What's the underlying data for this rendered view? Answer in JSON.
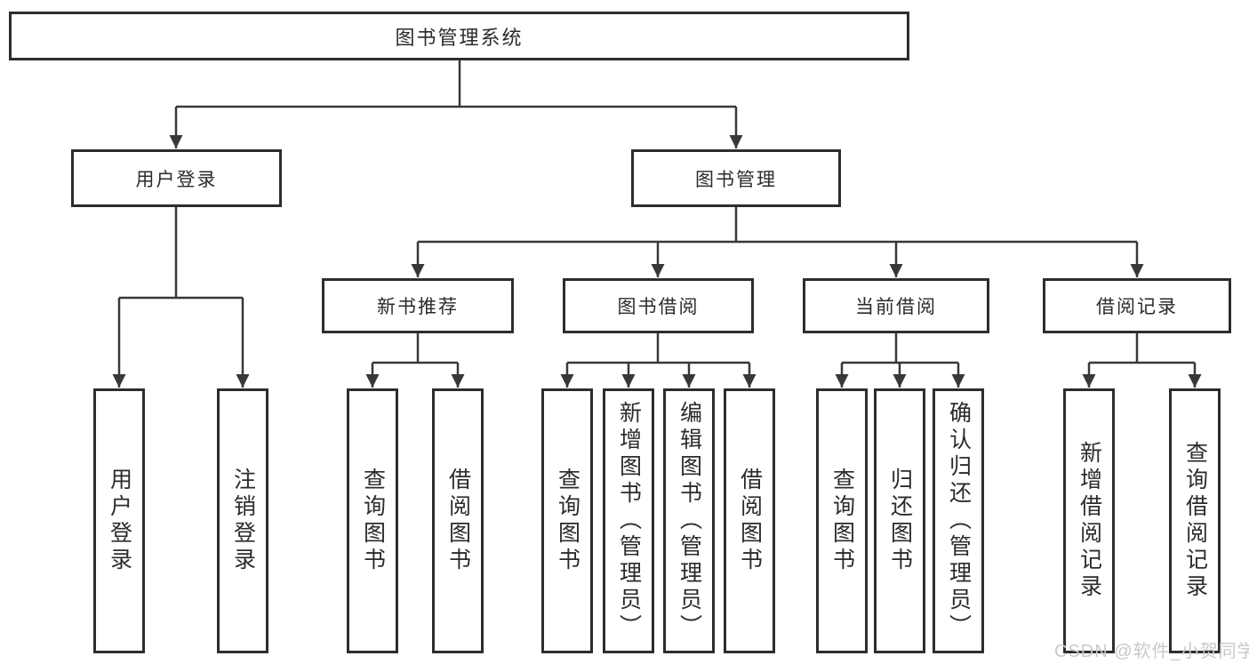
{
  "diagram": {
    "title": "图书管理系统",
    "colors": {
      "line": "#383838",
      "box_border": "#2d2d2d",
      "text": "#2b2b2b",
      "background": "#ffffff",
      "watermark": "#c9c9c9"
    },
    "nodes": {
      "root": {
        "label": "图书管理系统"
      },
      "user_login": {
        "label": "用户登录"
      },
      "book_mgmt": {
        "label": "图书管理"
      },
      "new_book_rec": {
        "label": "新书推荐"
      },
      "book_borrow": {
        "label": "图书借阅"
      },
      "current_borrow": {
        "label": "当前借阅"
      },
      "borrow_record": {
        "label": "借阅记录"
      }
    },
    "leaves": [
      "用户登录",
      "注销登录",
      "查询图书",
      "借阅图书",
      "查询图书",
      "新增图书（管理员）",
      "编辑图书（管理员）",
      "借阅图书",
      "查询图书",
      "归还图书",
      "确认归还（管理员）",
      "新增借阅记录",
      "查询借阅记录"
    ],
    "hierarchy": {
      "图书管理系统": {
        "用户登录": [
          "用户登录",
          "注销登录"
        ],
        "图书管理": {
          "新书推荐": [
            "查询图书",
            "借阅图书"
          ],
          "图书借阅": [
            "查询图书",
            "新增图书（管理员）",
            "编辑图书（管理员）",
            "借阅图书"
          ],
          "当前借阅": [
            "查询图书",
            "归还图书",
            "确认归还（管理员）"
          ],
          "借阅记录": [
            "新增借阅记录",
            "查询借阅记录"
          ]
        }
      }
    }
  },
  "watermark": {
    "text": "CSDN @软件_小贺同学"
  }
}
